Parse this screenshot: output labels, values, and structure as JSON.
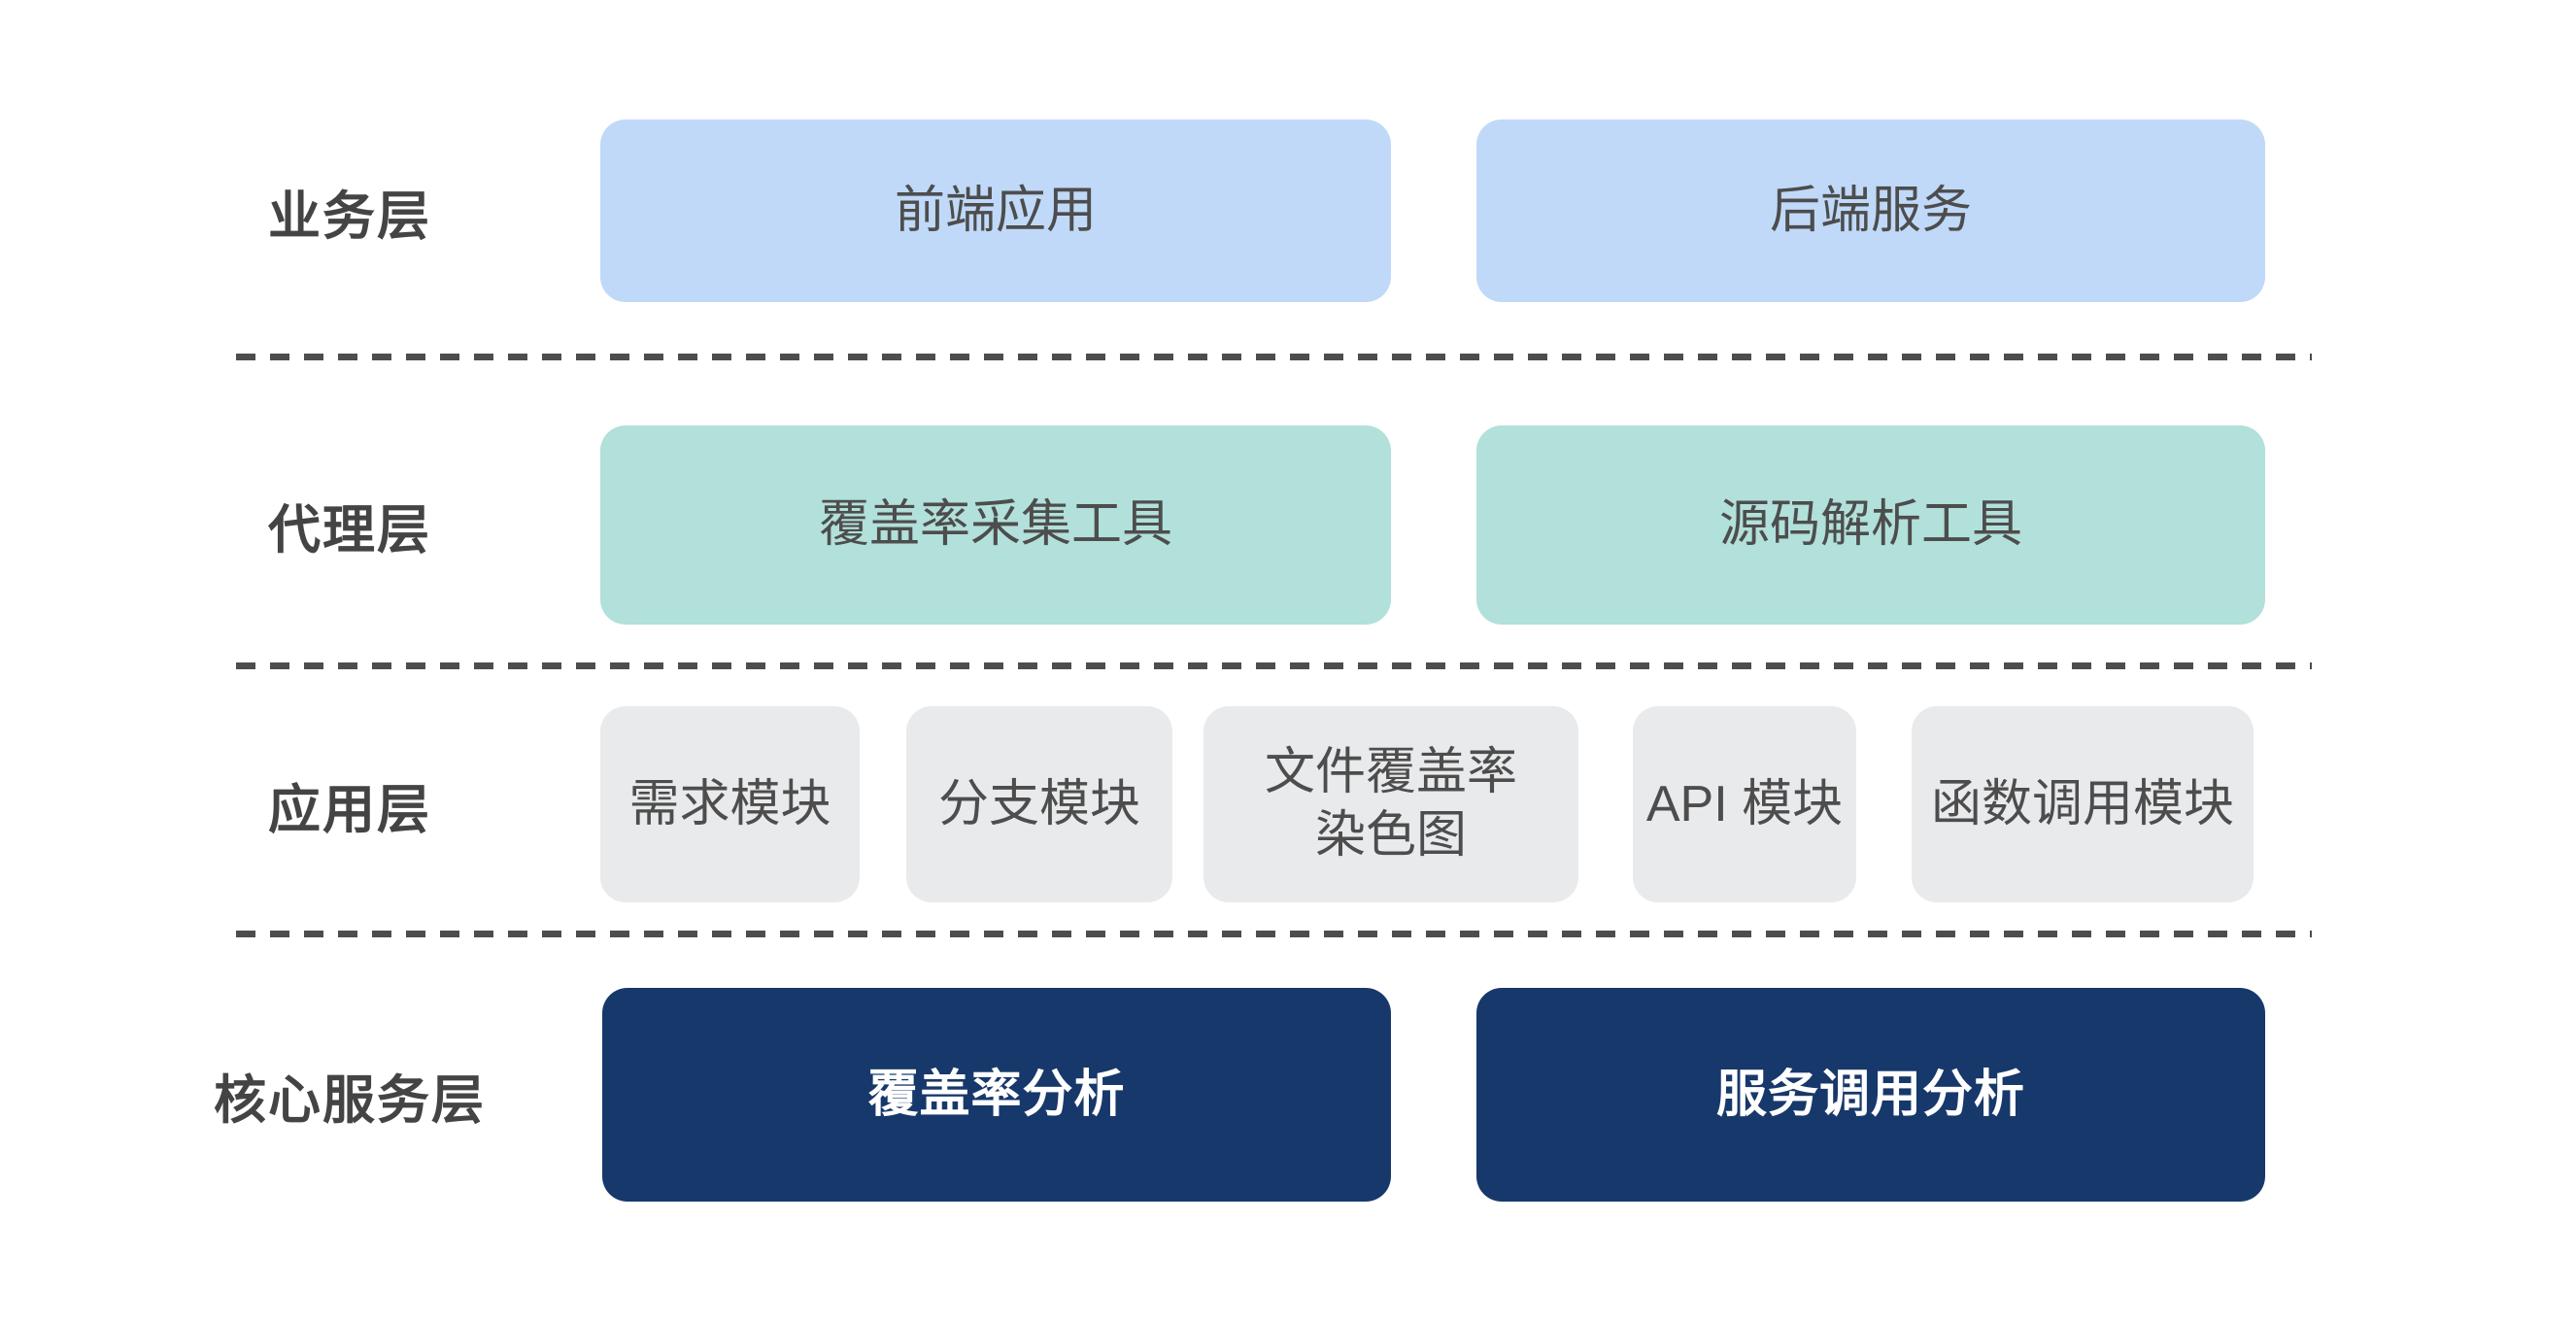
{
  "layers": [
    {
      "label": "业务层",
      "boxes": [
        "前端应用",
        "后端服务"
      ]
    },
    {
      "label": "代理层",
      "boxes": [
        "覆盖率采集工具",
        "源码解析工具"
      ]
    },
    {
      "label": "应用层",
      "boxes": [
        "需求模块",
        "分支模块",
        "文件覆盖率\n染色图",
        "API 模块",
        "函数调用模块"
      ]
    },
    {
      "label": "核心服务层",
      "boxes": [
        "覆盖率分析",
        "服务调用分析"
      ]
    }
  ],
  "colors": {
    "background": "#ffffff",
    "business_box": "#c0d9f8",
    "proxy_box": "#b2e0da",
    "application_box": "#e9eaec",
    "core_box": "#17386b",
    "core_text": "#ffffff",
    "box_text": "#4d4d4d",
    "label_text": "#444444",
    "divider": "#4d4d4d"
  }
}
